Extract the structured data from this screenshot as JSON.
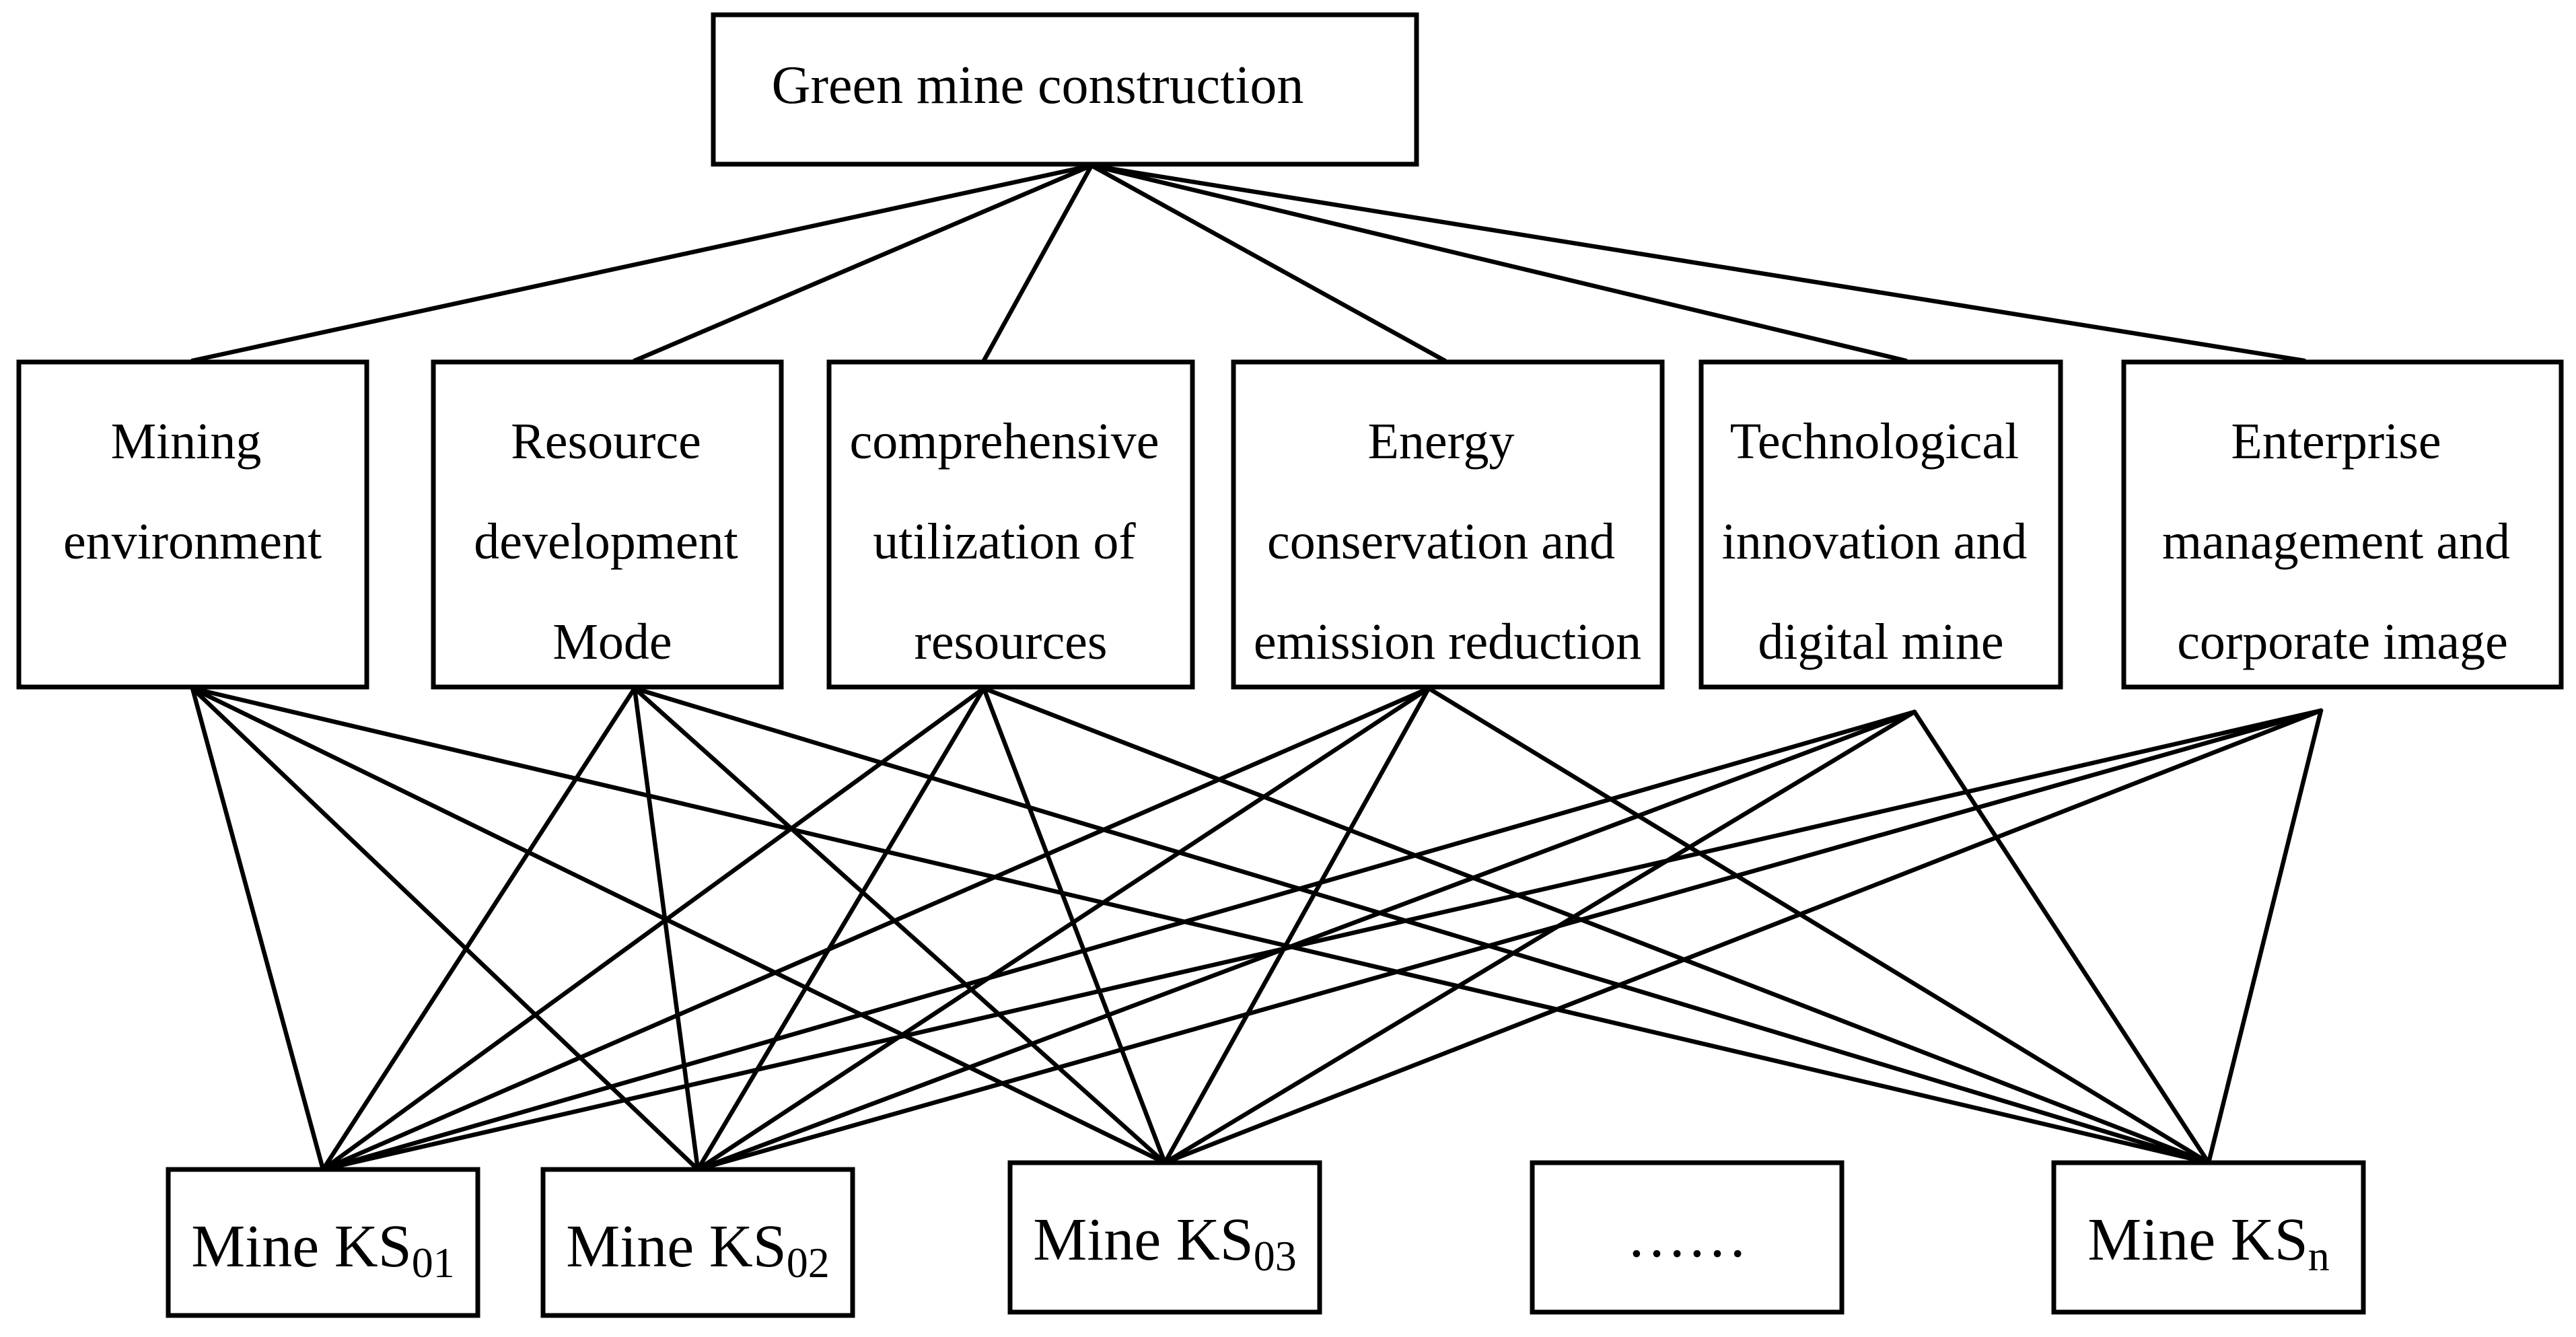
{
  "goal": {
    "label": "Green mine construction"
  },
  "criteria": [
    {
      "id": "c1",
      "lines": [
        "Mining",
        "environment"
      ]
    },
    {
      "id": "c2",
      "lines": [
        "Resource",
        "development",
        "Mode"
      ]
    },
    {
      "id": "c3",
      "lines": [
        "comprehensive",
        "utilization of",
        "resources"
      ]
    },
    {
      "id": "c4",
      "lines": [
        "Energy",
        "conservation and",
        "emission reduction"
      ]
    },
    {
      "id": "c5",
      "lines": [
        "Technological",
        "innovation and",
        "digital mine"
      ]
    },
    {
      "id": "c6",
      "lines": [
        "Enterprise",
        "management and",
        "corporate image"
      ]
    }
  ],
  "mines": [
    {
      "id": "m1",
      "text": "Mine KS",
      "sub": "01"
    },
    {
      "id": "m2",
      "text": "Mine KS",
      "sub": "02"
    },
    {
      "id": "m3",
      "text": "Mine KS",
      "sub": "03"
    },
    {
      "id": "m4",
      "text": "……",
      "sub": ""
    },
    {
      "id": "m5",
      "text": "Mine KS",
      "sub": "n"
    }
  ],
  "connections": {
    "goal_to_criteria": [
      "c1",
      "c2",
      "c3",
      "c4",
      "c5",
      "c6"
    ],
    "criteria_to_mines": [
      [
        "c1",
        "m1"
      ],
      [
        "c1",
        "m2"
      ],
      [
        "c1",
        "m3"
      ],
      [
        "c1",
        "m5"
      ],
      [
        "c2",
        "m1"
      ],
      [
        "c2",
        "m2"
      ],
      [
        "c2",
        "m3"
      ],
      [
        "c2",
        "m5"
      ],
      [
        "c3",
        "m1"
      ],
      [
        "c3",
        "m2"
      ],
      [
        "c3",
        "m3"
      ],
      [
        "c3",
        "m5"
      ],
      [
        "c4",
        "m1"
      ],
      [
        "c4",
        "m2"
      ],
      [
        "c4",
        "m3"
      ],
      [
        "c4",
        "m5"
      ],
      [
        "c5",
        "m1"
      ],
      [
        "c5",
        "m2"
      ],
      [
        "c5",
        "m3"
      ],
      [
        "c5",
        "m5"
      ],
      [
        "c6",
        "m1"
      ],
      [
        "c6",
        "m2"
      ],
      [
        "c6",
        "m3"
      ],
      [
        "c6",
        "m5"
      ]
    ]
  }
}
